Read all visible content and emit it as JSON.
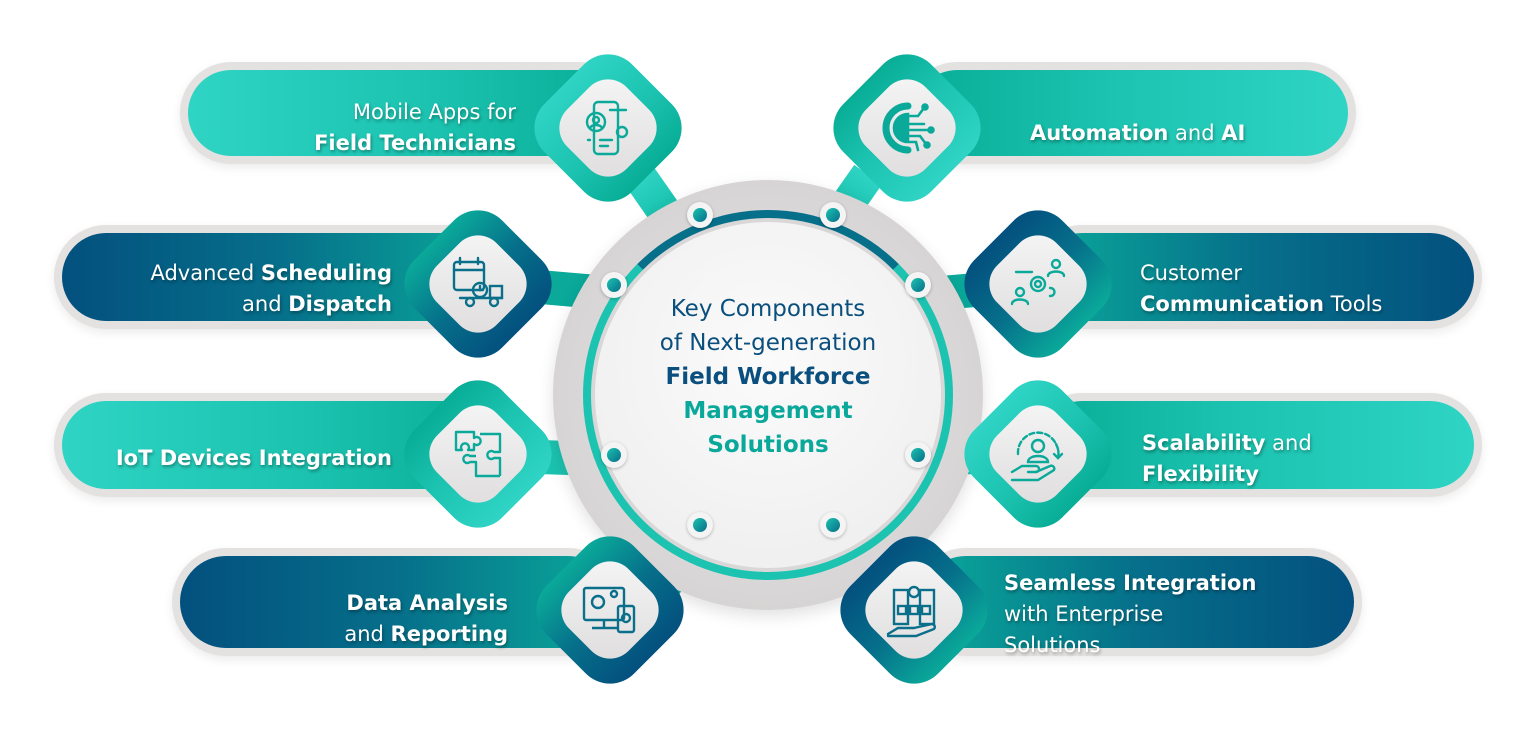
{
  "center": {
    "line1": "Key Components",
    "line2": "of Next-generation",
    "line3": "Field Workforce",
    "line4": "Management",
    "line5": "Solutions"
  },
  "colors": {
    "teal": "#1cc3b0",
    "teal_light": "#2fd4c4",
    "navy": "#03507e",
    "text_dark": "#0a4f7d",
    "pill_border": "#e4e1e1"
  },
  "components": [
    {
      "id": "mobile-apps",
      "icon": "mobile-technician-icon",
      "l1_normal": "Mobile Apps for",
      "l2_bold": "Field Technicians"
    },
    {
      "id": "scheduling",
      "icon": "calendar-truck-icon",
      "l1_normal": "Advanced ",
      "l1_bold": "Scheduling",
      "l2_normal": "and ",
      "l2_bold": "Dispatch"
    },
    {
      "id": "iot",
      "icon": "puzzle-icon",
      "l1_bold": "IoT Devices Integration"
    },
    {
      "id": "data-analysis",
      "icon": "monitor-gears-icon",
      "l1_bold": "Data Analysis",
      "l2_normal": "and ",
      "l2_bold": "Reporting"
    },
    {
      "id": "automation",
      "icon": "ai-gear-circuit-icon",
      "l1_bold": "Automation",
      "l1_normal": " and ",
      "l1_bold2": "AI"
    },
    {
      "id": "customer-comm",
      "icon": "people-gear-icon",
      "l1_normal": "Customer",
      "l2_bold": "Communication",
      "l2_normal": " Tools"
    },
    {
      "id": "scalability",
      "icon": "hand-user-cycle-icon",
      "l1_bold": "Scalability",
      "l1_normal": " and",
      "l2_bold": "Flexibility"
    },
    {
      "id": "seamless",
      "icon": "hand-buildings-gear-icon",
      "l1_bold": "Seamless Integration",
      "l2_normal": "with Enterprise",
      "l3_normal": "Solutions"
    }
  ]
}
